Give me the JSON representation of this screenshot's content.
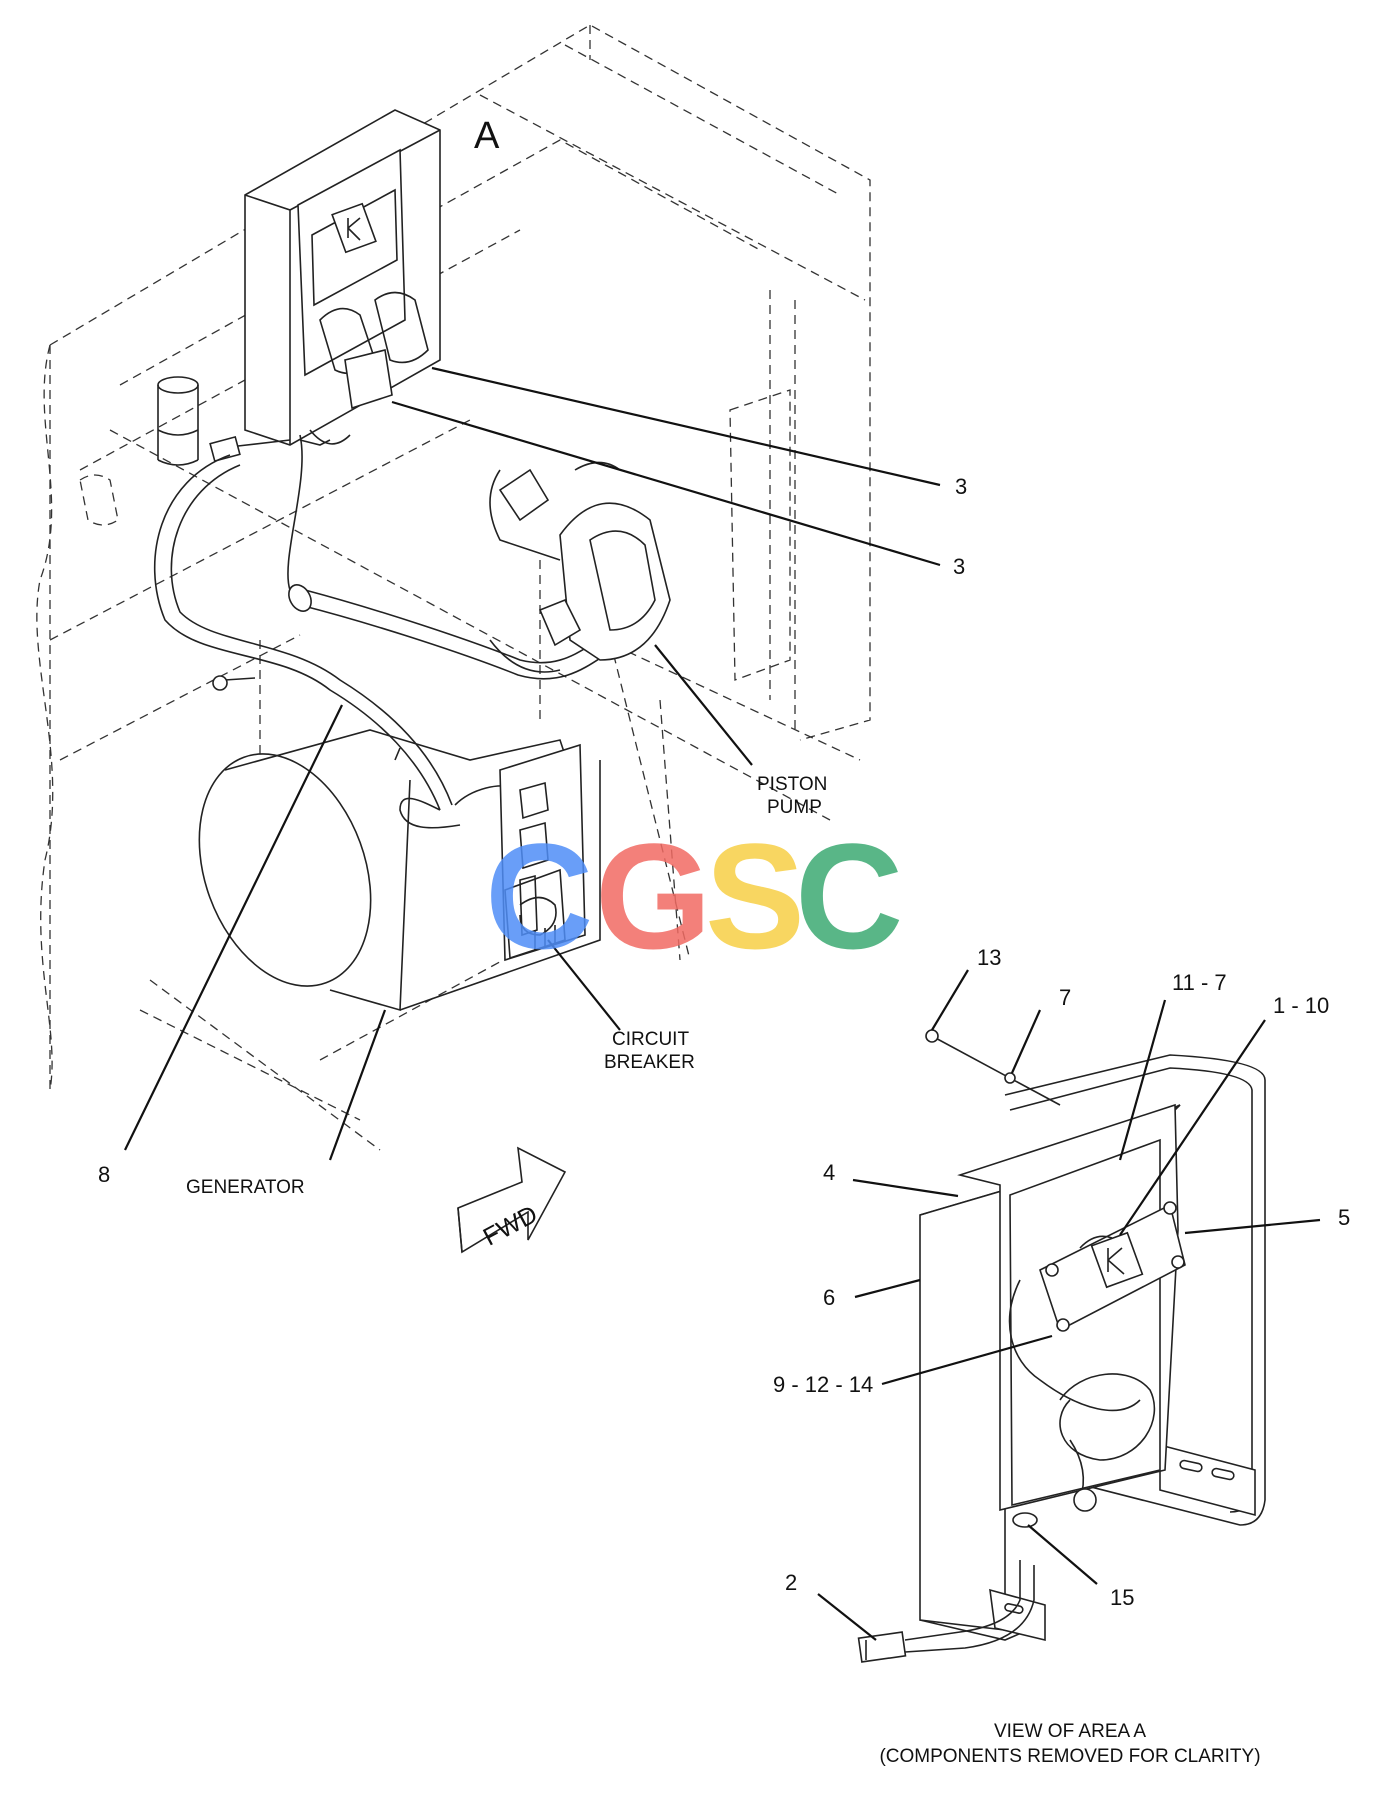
{
  "area_label": "A",
  "callouts": {
    "c3a": "3",
    "c3b": "3",
    "c8": "8",
    "c13": "13",
    "c7": "7",
    "c11_7": "11 - 7",
    "c1_10": "1 - 10",
    "c4": "4",
    "c5": "5",
    "c6": "6",
    "c9_12_14": "9 - 12 - 14",
    "c2": "2",
    "c15": "15"
  },
  "labels": {
    "piston_pump_line1": "PISTON",
    "piston_pump_line2": "PUMP",
    "circuit_breaker_line1": "CIRCUIT",
    "circuit_breaker_line2": "BREAKER",
    "generator": "GENERATOR",
    "fwd": "FWD"
  },
  "watermark": {
    "letters": [
      "C",
      "G",
      "S",
      "C"
    ],
    "colors": [
      "#4f8ef7",
      "#f26b63",
      "#f7d046",
      "#3daa73"
    ]
  },
  "view_caption": {
    "line1": "VIEW OF AREA  A",
    "line2": "(COMPONENTS REMOVED FOR CLARITY)"
  }
}
